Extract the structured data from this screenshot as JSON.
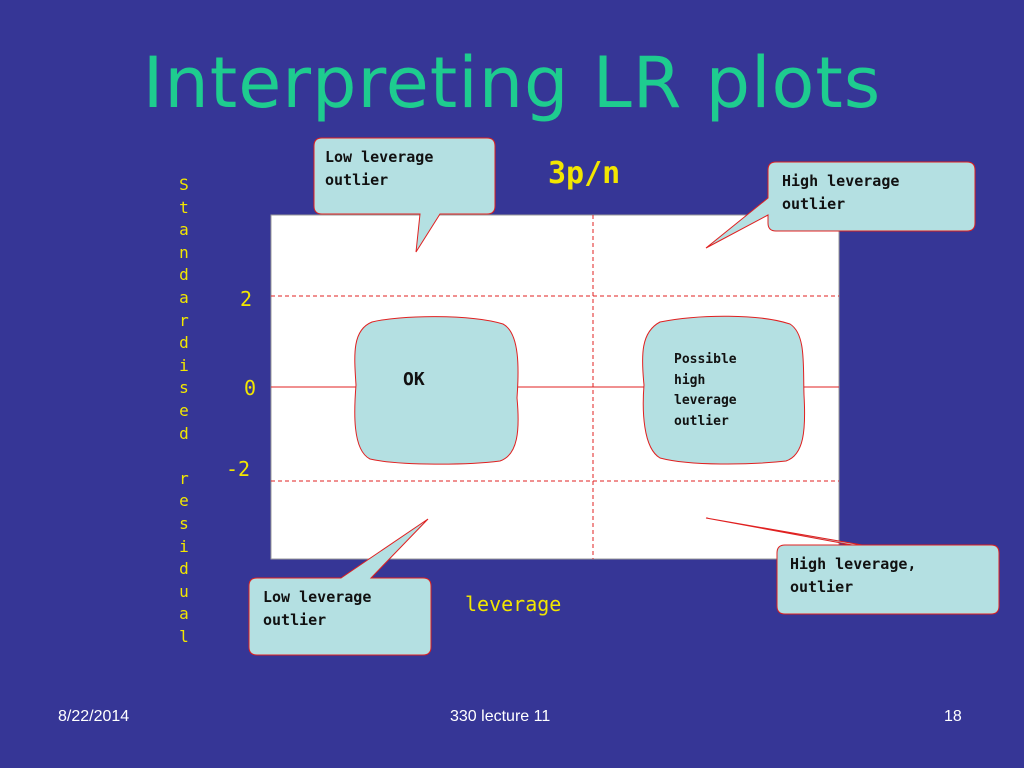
{
  "slide": {
    "title": "Interpreting LR plots",
    "footer_date": "8/22/2014",
    "footer_center": "330 lecture 11",
    "footer_page": "18"
  },
  "diagram": {
    "y_axis_label": "Standardised residual",
    "x_axis_label": "leverage",
    "cutoff_label": "3p/n",
    "y_ticks": [
      "2",
      "0",
      "-2"
    ],
    "regions": {
      "ok": "OK",
      "possible_high_leverage": [
        "Possible",
        "high",
        "leverage",
        "outlier"
      ]
    },
    "callouts": {
      "top_left": [
        "Low leverage",
        "outlier"
      ],
      "top_right": [
        "High leverage",
        "outlier"
      ],
      "bottom_left": [
        "Low leverage",
        "outlier"
      ],
      "bottom_right": [
        "High leverage,",
        "outlier"
      ]
    }
  },
  "colors": {
    "background": "#363696",
    "title": "#1ecc8f",
    "labels": "#f2e600",
    "callout_fill": "#b4e0e2",
    "lines": "#e02020"
  }
}
